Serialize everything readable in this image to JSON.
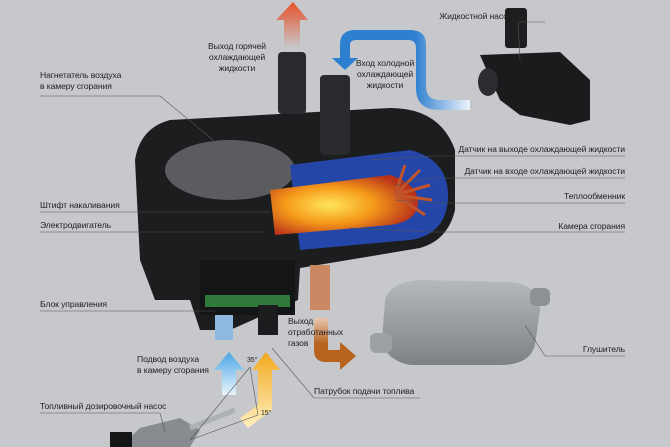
{
  "labels": {
    "pump": "Жидкостной насос",
    "hot_out": [
      "Выход горячей",
      "охлаждающей",
      "жидкости"
    ],
    "cold_in": [
      "Вход холодной",
      "охлаждающей",
      "жидкости"
    ],
    "blower": [
      "Нагнетатель воздуха",
      "в камеру сгорания"
    ],
    "sensor_out": "Датчик на выходе охлаждающей жидкости",
    "sensor_in": "Датчик на входе охлаждающей жидкости",
    "heat_exchanger": "Теплообменник",
    "glow_pin": "Штифт накаливания",
    "motor": "Электродвигатель",
    "combustion_chamber": "Камера сгорания",
    "control_unit": "Блок управления",
    "exhaust": [
      "Выход",
      "отработанных",
      "газов"
    ],
    "muffler": "Глушитель",
    "air_in": [
      "Подвод воздуха",
      "в камеру сгорания"
    ],
    "angle_35": "35°",
    "angle_15": "15°",
    "fuel_pipe": "Патрубок подачи топлива",
    "dosing_pump": "Топливный дозировочный насос"
  },
  "colors": {
    "background": "#c6c8cb",
    "hot_arrow": "#e8502a",
    "cold_arrow": "#2d7fd0",
    "exhaust_arrow": "#b8641f",
    "fuel_arrow": "#f2a81d",
    "air_arrow": "#5fb0e8"
  }
}
